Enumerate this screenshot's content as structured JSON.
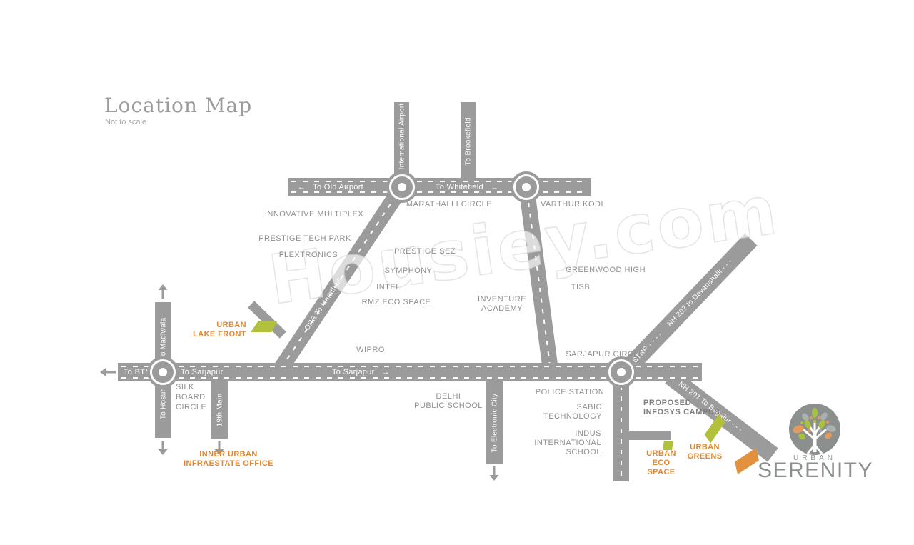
{
  "colors": {
    "road": "#9b9b9b",
    "label": "#8f8f8f",
    "accent": "#e2872f",
    "green": "#b2c13b",
    "marker-orange": "#e2913f",
    "logo-gray": "#8b908f",
    "dark-label": "#7d7d7d",
    "title-gray": "#9c9c9c"
  },
  "title": {
    "heading": "Location Map",
    "subtitle": "Not to scale"
  },
  "watermark": "Housiey.com",
  "roads": {
    "old_airport": "←   To Old Airport",
    "whitefield": "To Whitefield   →",
    "intl_airport": "To International Airport",
    "brookefield": "To Brookefield",
    "orr": "ORR To Marathalli",
    "strr": "- STRR - - - -     NH 207 to Devanahalli - - -",
    "bagalur": "NH 207 To Bagalur - - -",
    "btm": "To BTM",
    "sarjapur_a": "To Sarjapur",
    "sarjapur_b": "To Sarjapur   →",
    "madiwala": "To Madiwala",
    "hosur": "To Hosur",
    "main19": "19th Main",
    "electronic_city": "To Electronic City"
  },
  "junctions": {
    "marathalli": "MARATHALLI CIRCLE",
    "varthur": "VARTHUR KODI",
    "silk_board": "SILK\nBOARD\nCIRCLE",
    "sarjapur": "SARJAPUR CIRCLE"
  },
  "landmarks": {
    "innovative": "INNOVATIVE MULTIPLEX",
    "prestige_tech": "PRESTIGE TECH PARK",
    "flextronics": "FLEXTRONICS",
    "prestige_sez": "PRESTIGE SEZ",
    "symphony": "SYMPHONY",
    "intel": "INTEL",
    "rmz": "RMZ ECO SPACE",
    "inventure": "INVENTURE\nACADEMY",
    "greenwood": "GREENWOOD HIGH",
    "tisb": "TISB",
    "wipro": "WIPRO",
    "police": "POLICE STATION",
    "sabic": "SABIC\nTECHNOLOGY",
    "indus": "INDUS\nINTERNATIONAL\nSCHOOL",
    "dps": "DELHI\nPUBLIC SCHOOL"
  },
  "projects": {
    "lake_front": "URBAN\nLAKE FRONT",
    "inner_urban": "INNER URBAN\nINFRAESTATE OFFICE",
    "eco_space": "URBAN\nECO\nSPACE",
    "greens": "URBAN\nGREENS",
    "infosys": "PROPOSED\nINFOSYS CAMPUS"
  },
  "logo": {
    "brand": "URBAN",
    "name": "SERENITY"
  }
}
